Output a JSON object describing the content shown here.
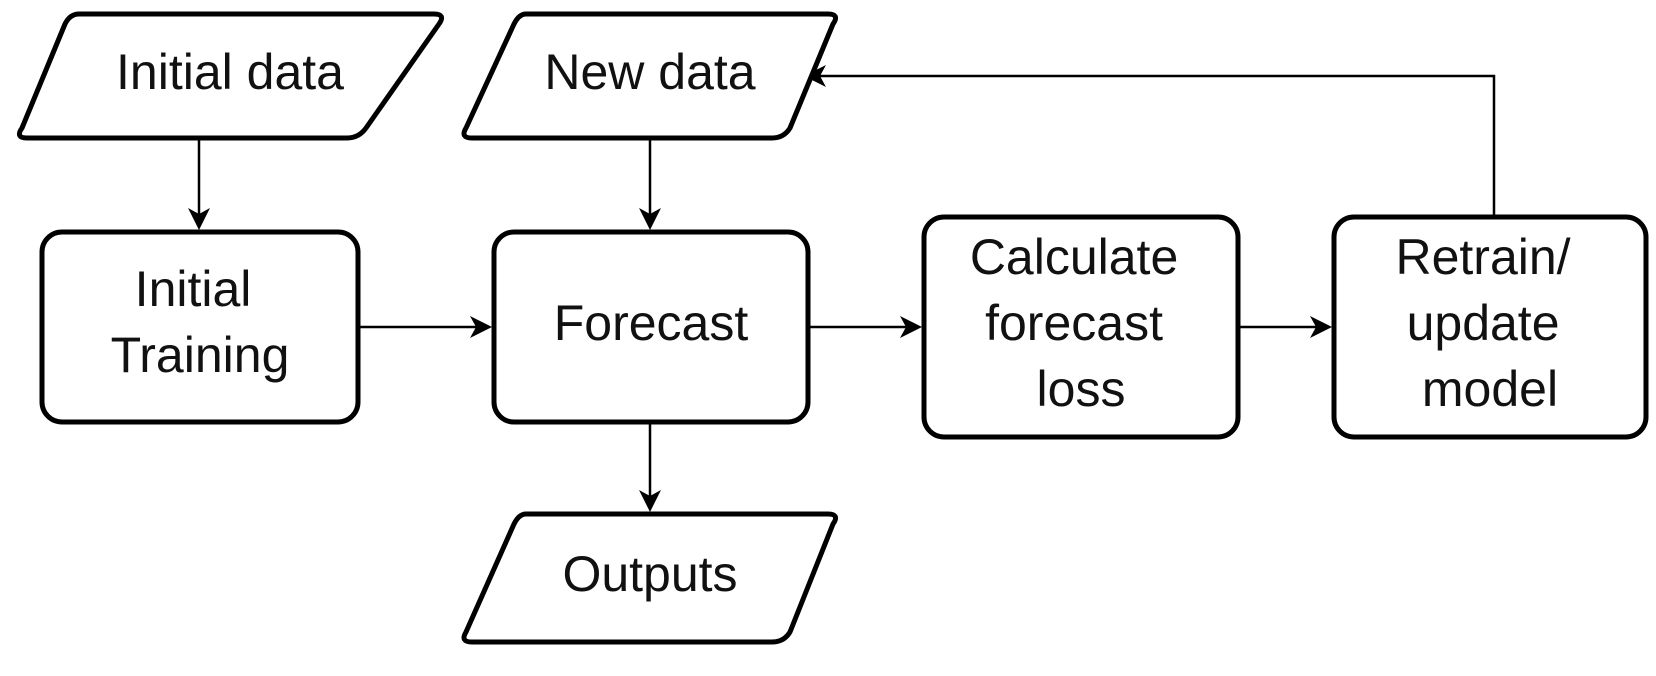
{
  "nodes": {
    "initial_data": {
      "label": "Initial data"
    },
    "new_data": {
      "label": "New data"
    },
    "initial_training": {
      "line1": "Initial",
      "line2": "Training"
    },
    "forecast": {
      "label": "Forecast"
    },
    "calculate_loss": {
      "line1": "Calculate",
      "line2": "forecast",
      "line3": "loss"
    },
    "retrain_update": {
      "line1": "Retrain/",
      "line2": "update",
      "line3": "model"
    },
    "outputs": {
      "label": "Outputs"
    }
  }
}
